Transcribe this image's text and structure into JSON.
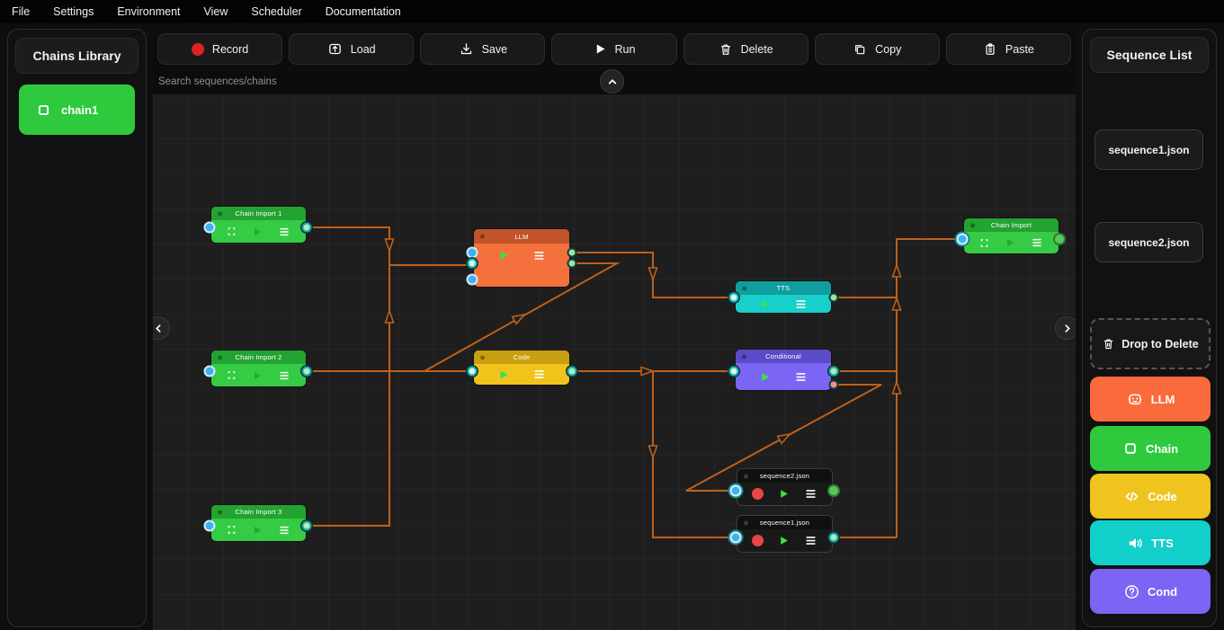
{
  "menu": {
    "items": [
      "File",
      "Settings",
      "Environment",
      "View",
      "Scheduler",
      "Documentation"
    ]
  },
  "left_sidebar": {
    "title": "Chains Library",
    "chains": [
      {
        "label": "chain1",
        "color": "#2fc93e"
      }
    ]
  },
  "toolbar": {
    "buttons": [
      {
        "id": "record",
        "label": "Record",
        "icon": "record-icon"
      },
      {
        "id": "load",
        "label": "Load",
        "icon": "load-icon"
      },
      {
        "id": "save",
        "label": "Save",
        "icon": "save-icon"
      },
      {
        "id": "run",
        "label": "Run",
        "icon": "play-icon"
      },
      {
        "id": "delete",
        "label": "Delete",
        "icon": "trash-icon"
      },
      {
        "id": "copy",
        "label": "Copy",
        "icon": "copy-icon"
      },
      {
        "id": "paste",
        "label": "Paste",
        "icon": "paste-icon"
      }
    ]
  },
  "search": {
    "placeholder": "Search sequences/chains"
  },
  "canvas": {
    "nodes": [
      {
        "title": "Chain Import 1",
        "type": "chain"
      },
      {
        "title": "Chain Import 2",
        "type": "chain"
      },
      {
        "title": "Chain Import 3",
        "type": "chain"
      },
      {
        "title": "LLM",
        "type": "llm"
      },
      {
        "title": "Code",
        "type": "code"
      },
      {
        "title": "TTS",
        "type": "tts"
      },
      {
        "title": "Conditional",
        "type": "conditional"
      },
      {
        "title": "Chain Import",
        "type": "chain"
      },
      {
        "title": "sequence2.json",
        "type": "sequence"
      },
      {
        "title": "sequence1.json",
        "type": "sequence"
      }
    ]
  },
  "right_sidebar": {
    "title": "Sequence List",
    "sequences": [
      {
        "label": "sequence1.json"
      },
      {
        "label": "sequence2.json"
      }
    ],
    "drop_zone": {
      "label": "Drop to Delete",
      "icon": "trash-icon"
    },
    "palette": [
      {
        "label": "LLM",
        "color": "#f96a3c",
        "icon": "robot-icon"
      },
      {
        "label": "Chain",
        "color": "#2fc93e",
        "icon": "square-icon"
      },
      {
        "label": "Code",
        "color": "#f0c41f",
        "icon": "code-icon"
      },
      {
        "label": "TTS",
        "color": "#12cfc9",
        "icon": "speaker-icon"
      },
      {
        "label": "Cond",
        "color": "#7d64f4",
        "icon": "question-icon"
      }
    ]
  },
  "colors": {
    "edge": "#c06018",
    "node_green": "#35cb44",
    "node_orange": "#f4713d",
    "node_yellow": "#f0c41c",
    "node_teal": "#19cfc9",
    "node_purple": "#7a66f2",
    "record_red": "#e02020",
    "port_blue": "#3fb0f2"
  }
}
